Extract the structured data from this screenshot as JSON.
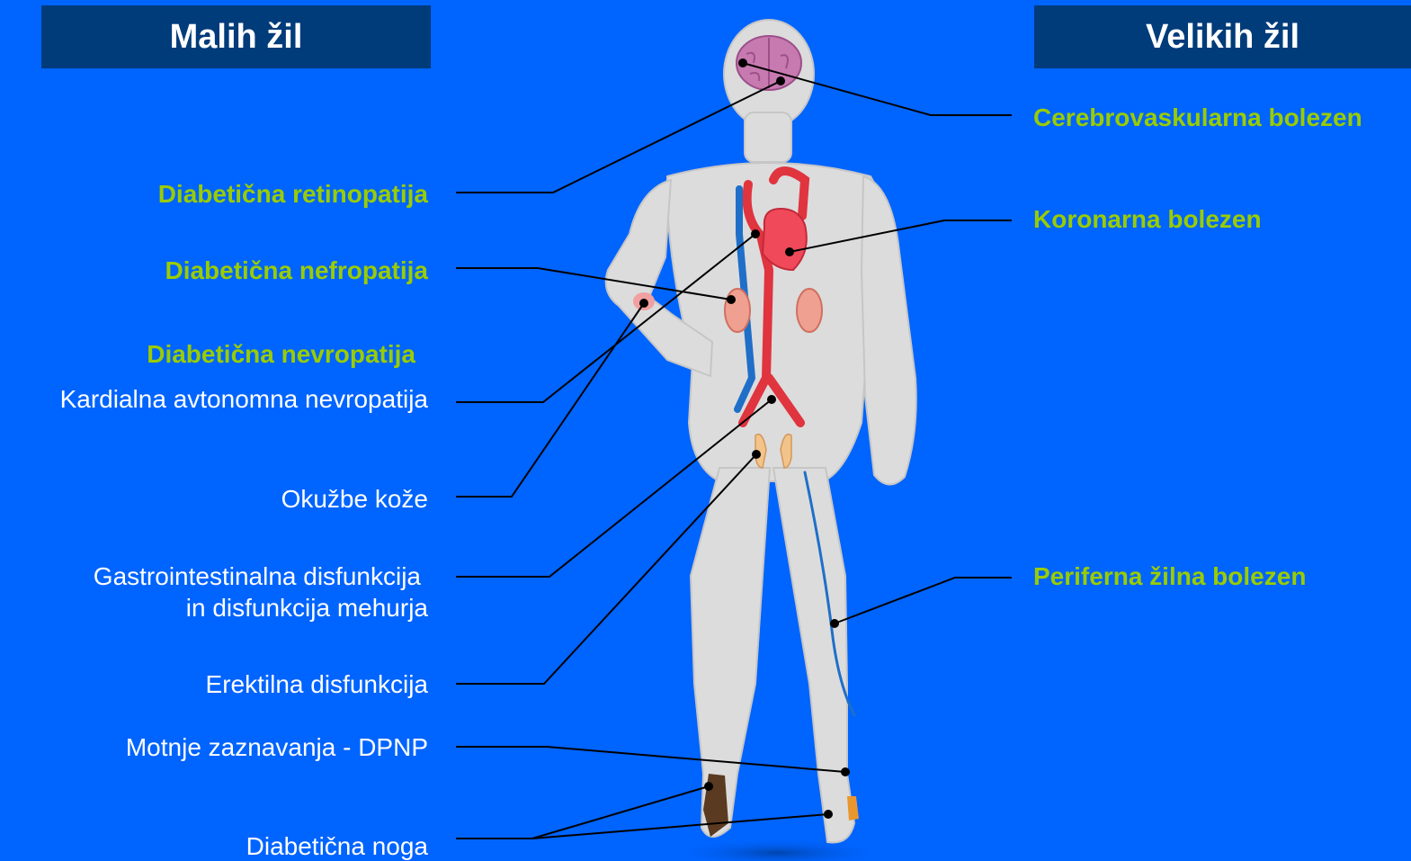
{
  "headers": {
    "small_vessels": "Malih žil",
    "large_vessels": "Velikih žil"
  },
  "left_labels": {
    "retinopathy": "Diabetična retinopatija",
    "nephropathy": "Diabetična nefropatija",
    "neuropathy": "Diabetična nevropatija",
    "cardiac_autonomic": "Kardialna avtonomna nevropatija",
    "skin_infections": "Okužbe kože",
    "gi_line1": "Gastrointestinalna disfunkcija",
    "gi_line2": "in disfunkcija mehurja",
    "erectile": "Erektilna disfunkcija",
    "sensory": "Motnje zaznavanja - DPNP",
    "diabetic_foot": "Diabetična noga"
  },
  "right_labels": {
    "cerebrovascular": "Cerebrovaskularna bolezen",
    "coronary": "Koronarna bolezen",
    "peripheral": "Periferna žilna bolezen"
  },
  "colors": {
    "background": "#0064ff",
    "header_bg": "#003b7a",
    "green_label": "#99cc00",
    "white_label": "#ffffff",
    "body": "#dcdcdc",
    "artery": "#e0343f",
    "vein": "#1f6fc8"
  }
}
